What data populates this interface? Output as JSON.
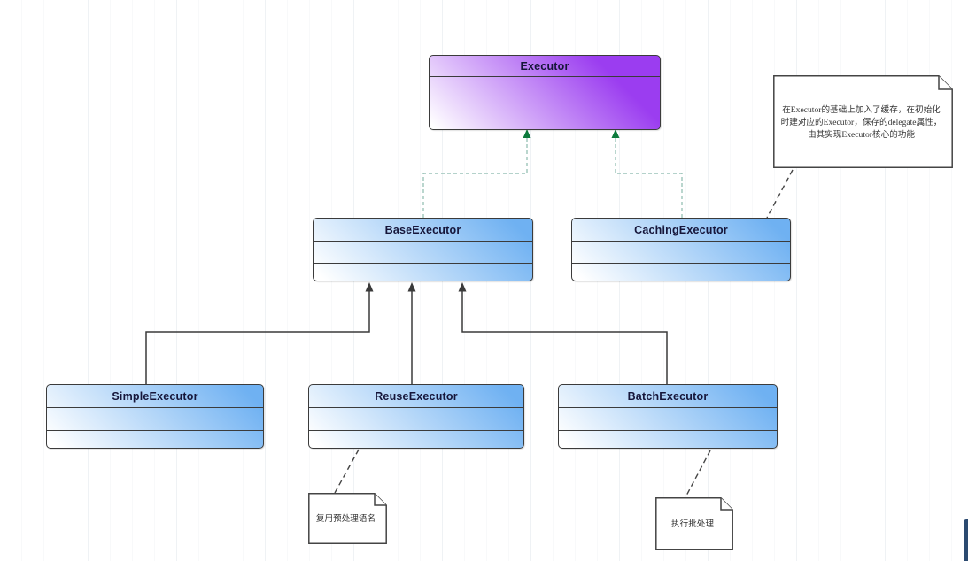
{
  "classes": {
    "executor": {
      "name": "Executor"
    },
    "base": {
      "name": "BaseExecutor"
    },
    "caching": {
      "name": "CachingExecutor"
    },
    "simple": {
      "name": "SimpleExecutor"
    },
    "reuse": {
      "name": "ReuseExecutor"
    },
    "batch": {
      "name": "BatchExecutor"
    }
  },
  "notes": {
    "caching_note": {
      "text": "在Executor的基础上加入了缓存，在初始化时建对应的Executor，保存的delegate属性，由其实现Executor核心的功能"
    },
    "reuse_note": {
      "text": "复用预处理语名"
    },
    "batch_note": {
      "text": "执行批处理"
    }
  },
  "colors": {
    "interface_fill": "#9b3df0",
    "class_fill": "#6fb1f2",
    "shape_border": "#3b3b3b",
    "realization_line": "#9cc4ba",
    "realization_arrow": "#0c7a3c",
    "generalization_line": "#3a3a3a",
    "note_border": "#444444",
    "scrollbar": "#2b4a70"
  }
}
